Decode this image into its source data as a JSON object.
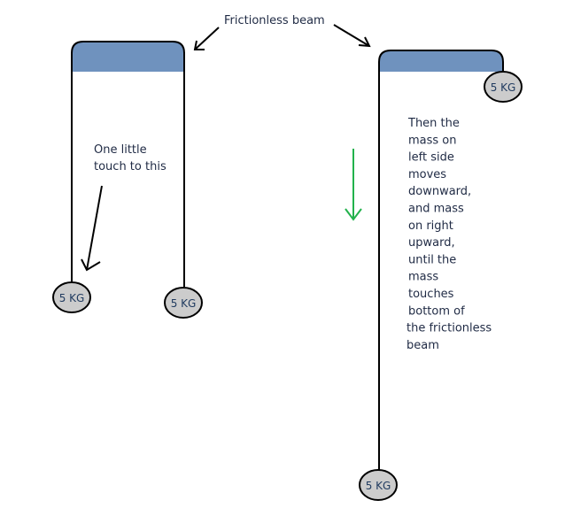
{
  "title_label": "Frictionless beam",
  "left_scene": {
    "instruction_lines": [
      "One little",
      "touch to this"
    ],
    "masses": [
      {
        "label": "5 KG"
      },
      {
        "label": "5 KG"
      }
    ]
  },
  "right_scene": {
    "explanation_lines": [
      "Then the",
      "mass on",
      "left side",
      "moves",
      "downward,",
      "and mass",
      "on right",
      "upward,",
      "until the",
      "mass",
      "touches",
      "bottom of",
      "the frictionless",
      "beam"
    ],
    "masses": [
      {
        "label": "5 KG"
      },
      {
        "label": "5 KG"
      }
    ]
  },
  "colors": {
    "beam_fill": "#6f92be",
    "mass_fill": "#cccccc",
    "line": "#000000",
    "motion_arrow": "#22b24c",
    "text": "#1f2a44"
  }
}
